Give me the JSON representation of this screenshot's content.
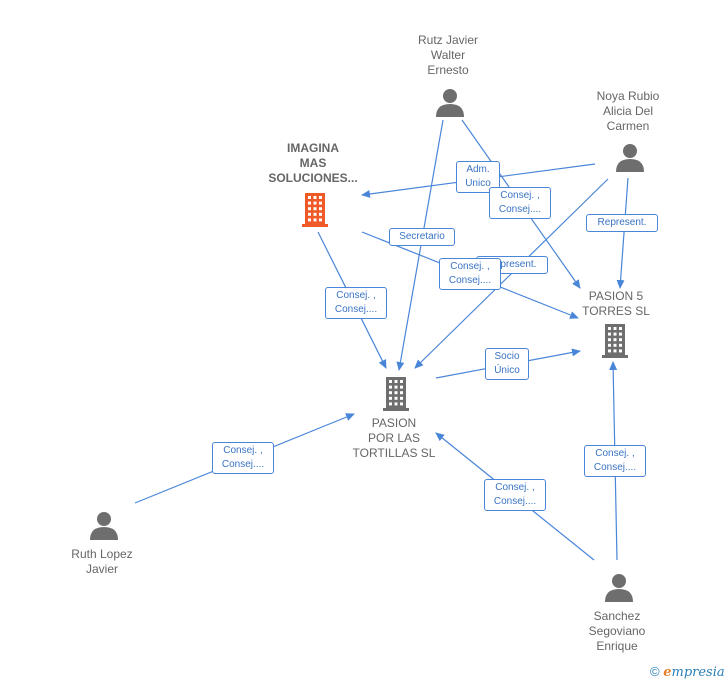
{
  "nodes": {
    "rutz": {
      "label_lines": [
        "Rutz Javier",
        "Walter",
        "Ernesto"
      ],
      "kind": "person"
    },
    "noya": {
      "label_lines": [
        "Noya Rubio",
        "Alicia Del",
        "Carmen"
      ],
      "kind": "person"
    },
    "imagina": {
      "label_lines": [
        "IMAGINA",
        "MAS",
        "SOLUCIONES..."
      ],
      "kind": "company",
      "highlight": true
    },
    "pasion5": {
      "label_lines": [
        "PASION 5",
        "TORRES  SL"
      ],
      "kind": "company"
    },
    "tortillas": {
      "label_lines": [
        "PASION",
        "POR LAS",
        "TORTILLAS  SL"
      ],
      "kind": "company"
    },
    "ruth": {
      "label_lines": [
        "Ruth Lopez",
        "Javier"
      ],
      "kind": "person"
    },
    "sanchez": {
      "label_lines": [
        "Sanchez",
        "Segoviano",
        "Enrique"
      ],
      "kind": "person"
    }
  },
  "edge_labels": {
    "adm_unico": [
      "Adm.",
      "Unico"
    ],
    "consej_rutz_p5": [
      "Consej. ,",
      "Consej...."
    ],
    "represent_noya_p5": [
      "Represent."
    ],
    "secretario": [
      "Secretario"
    ],
    "represent_mid": [
      "Represent."
    ],
    "consej_imagina_p5": [
      "Consej. ,",
      "Consej...."
    ],
    "consej_imagina_tort": [
      "Consej. ,",
      "Consej...."
    ],
    "socio_unico": [
      "Socio",
      "Único"
    ],
    "consej_ruth": [
      "Consej. ,",
      "Consej...."
    ],
    "consej_sanchez_tort": [
      "Consej. ,",
      "Consej...."
    ],
    "consej_sanchez_p5": [
      "Consej. ,",
      "Consej...."
    ]
  },
  "colors": {
    "edge": "#4a86d8",
    "node_gray": "#6e6e6e",
    "highlight_company": "#f05a28",
    "label_text": "#666666"
  },
  "footer": {
    "copyright": "©",
    "brand_first": "e",
    "brand_rest": "mpresia"
  }
}
